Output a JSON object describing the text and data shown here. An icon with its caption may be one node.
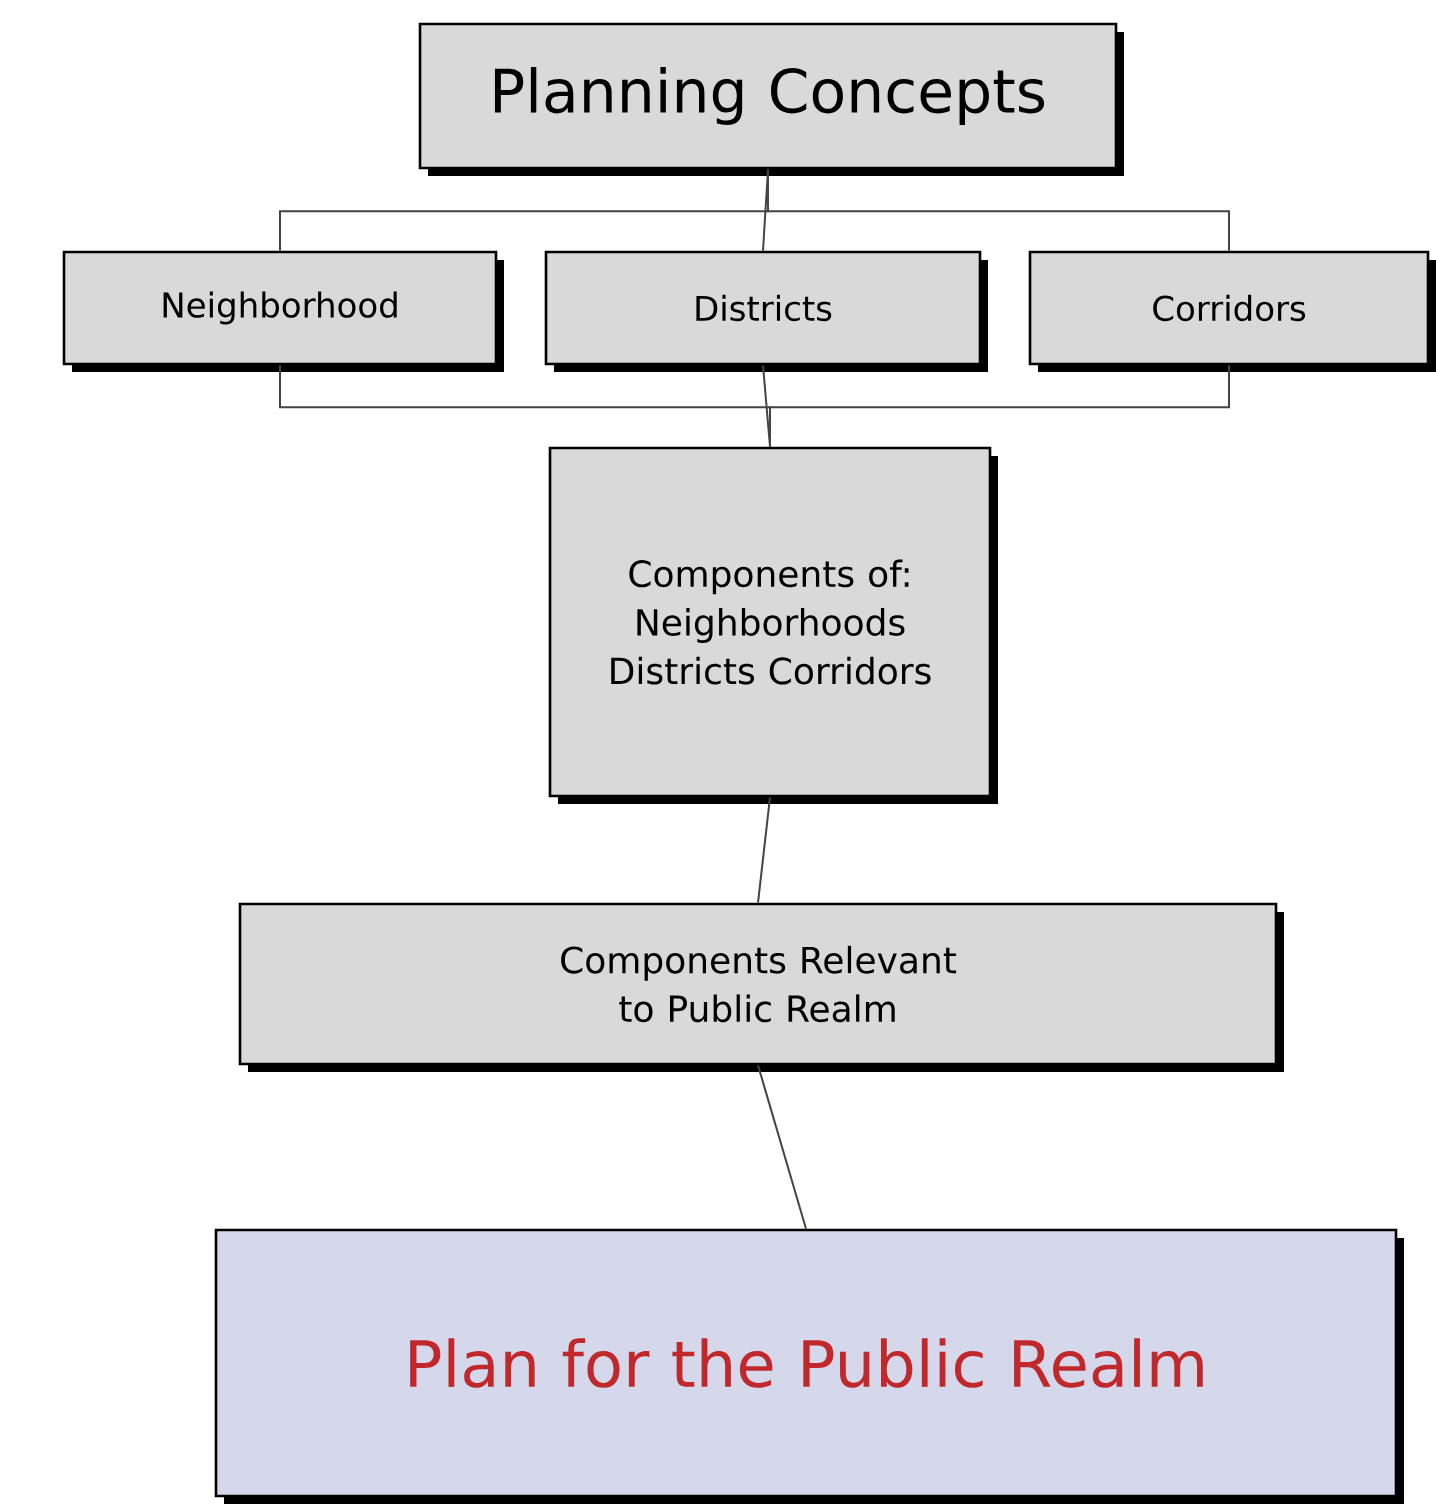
{
  "diagram": {
    "nodes": [
      {
        "text": [
          "Planning Concepts"
        ]
      },
      {
        "text": [
          "Neighborhood"
        ]
      },
      {
        "text": [
          "Districts"
        ]
      },
      {
        "text": [
          "Corridors"
        ]
      },
      {
        "text": [
          "Components of: Neighborhoods Districts Corridors"
        ]
      },
      {
        "text": [
          "Components Relevant to Public Realm"
        ]
      },
      {
        "text": [
          "Plan for the Public Realm"
        ]
      }
    ],
    "edges": [
      {
        "from": 0,
        "to": 1,
        "arrow": "none"
      },
      {
        "from": 0,
        "to": 2,
        "arrow": "none"
      },
      {
        "from": 0,
        "to": 3,
        "arrow": "none"
      },
      {
        "from": 1,
        "to": 4,
        "arrow": "none"
      },
      {
        "from": 2,
        "to": 4,
        "arrow": "none"
      },
      {
        "from": 3,
        "to": 4,
        "arrow": "none"
      },
      {
        "from": 4,
        "to": 5,
        "arrow": "none"
      },
      {
        "from": 5,
        "to": 6,
        "arrow": "none"
      }
    ]
  }
}
